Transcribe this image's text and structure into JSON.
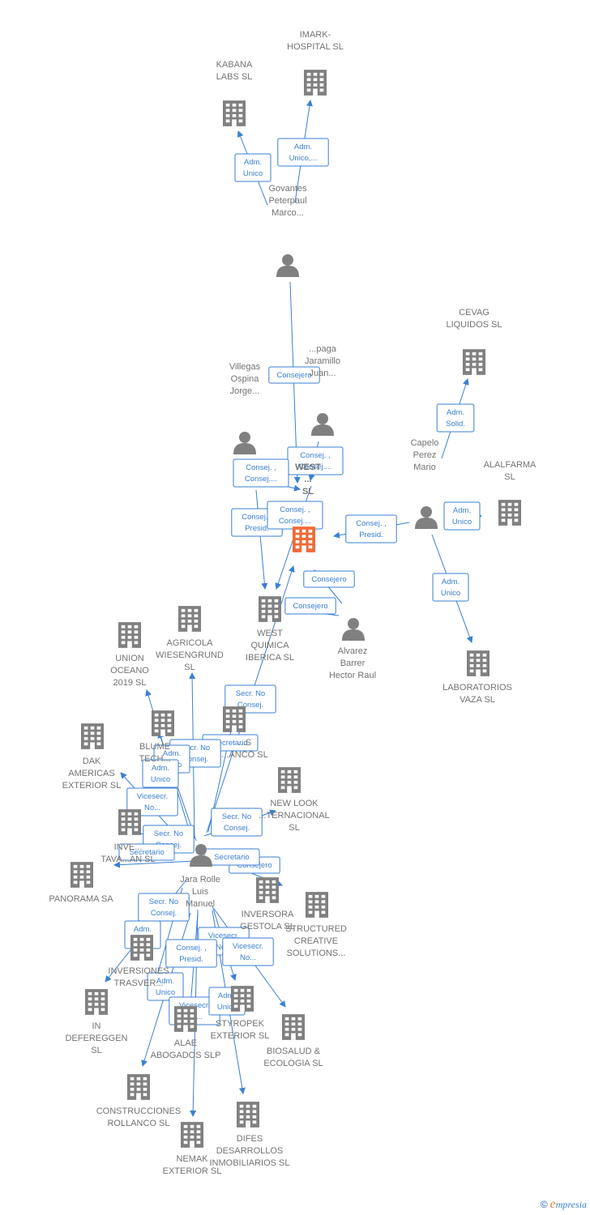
{
  "colors": {
    "edge": "#3a7fd3",
    "node": "#808080",
    "focus": "#f06a35",
    "label": "#737373"
  },
  "nodes": [
    {
      "id": "imark",
      "type": "company",
      "icon": "building-icon",
      "lines": [
        "IMARK-",
        "HOSPITAL SL"
      ]
    },
    {
      "id": "kabana",
      "type": "company",
      "icon": "building-icon",
      "lines": [
        "KABANA",
        "LABS  SL"
      ]
    },
    {
      "id": "govantes",
      "type": "person",
      "icon": "person-icon",
      "lines": [
        "Govantes",
        "Peterpaul",
        "Marco..."
      ]
    },
    {
      "id": "cevag",
      "type": "company",
      "icon": "building-icon",
      "lines": [
        "CEVAG",
        "LIQUIDOS  SL"
      ]
    },
    {
      "id": "zapaga",
      "type": "person",
      "icon": "person-icon",
      "lines": [
        "...paga",
        "Jaramillo",
        "Juan..."
      ]
    },
    {
      "id": "villegas",
      "type": "person",
      "icon": "person-icon",
      "lines": [
        "Villegas",
        "Ospina",
        "Jorge..."
      ]
    },
    {
      "id": "capelo",
      "type": "person",
      "icon": "person-icon",
      "lines": [
        "Capelo",
        "Perez",
        "Mario"
      ]
    },
    {
      "id": "alalfarma",
      "type": "company",
      "icon": "building-icon",
      "lines": [
        "ALALFARMA",
        "SL"
      ]
    },
    {
      "id": "westfocus",
      "type": "focus",
      "icon": "building-icon",
      "lines": [
        "WEST",
        "...",
        "SL"
      ]
    },
    {
      "id": "westiberica",
      "type": "company",
      "icon": "building-icon",
      "lines": [
        "WEST",
        "QUIMICA",
        "IBERICA  SL"
      ]
    },
    {
      "id": "alvarez",
      "type": "person",
      "icon": "person-icon",
      "lines": [
        "Alvarez",
        "Barrer",
        "Hector Raul"
      ]
    },
    {
      "id": "laboratorios",
      "type": "company",
      "icon": "building-icon",
      "lines": [
        "LABORATORIOS",
        "VAZA SL"
      ]
    },
    {
      "id": "union",
      "type": "company",
      "icon": "building-icon",
      "lines": [
        "UNION",
        "OCEANO",
        "2019  SL"
      ]
    },
    {
      "id": "agricola",
      "type": "company",
      "icon": "building-icon",
      "lines": [
        "AGRICOLA",
        "WIESENGRUND",
        "SL"
      ]
    },
    {
      "id": "blume",
      "type": "company",
      "icon": "building-icon",
      "lines": [
        "BLUME",
        "TECH..."
      ]
    },
    {
      "id": "blanco",
      "type": "company",
      "icon": "building-icon",
      "lines": [
        "...S",
        "...ANCO  SL"
      ]
    },
    {
      "id": "dak",
      "type": "company",
      "icon": "building-icon",
      "lines": [
        "DAK",
        "AMERICAS",
        "EXTERIOR SL"
      ]
    },
    {
      "id": "newlook",
      "type": "company",
      "icon": "building-icon",
      "lines": [
        "NEW LOOK",
        "...TERNACIONAL",
        "SL"
      ]
    },
    {
      "id": "inveta",
      "type": "company",
      "icon": "building-icon",
      "lines": [
        "INVE...",
        "TAVA...AN SL"
      ]
    },
    {
      "id": "panorama",
      "type": "company",
      "icon": "building-icon",
      "lines": [
        "PANORAMA SA"
      ]
    },
    {
      "id": "jara",
      "type": "person",
      "icon": "person-icon",
      "lines": [
        "Jara Rolle",
        "Luis",
        "Manuel"
      ]
    },
    {
      "id": "gestola",
      "type": "company",
      "icon": "building-icon",
      "lines": [
        "INVERSORA",
        "GESTOLA SL"
      ]
    },
    {
      "id": "structured",
      "type": "company",
      "icon": "building-icon",
      "lines": [
        "STRUCTURED",
        "CREATIVE",
        "SOLUTIONS..."
      ]
    },
    {
      "id": "trasver",
      "type": "company",
      "icon": "building-icon",
      "lines": [
        "INVERSIONES",
        "TRASVER..."
      ]
    },
    {
      "id": "indefereggen",
      "type": "company",
      "icon": "building-icon",
      "lines": [
        "IN",
        "DEFEREGGEN",
        "SL"
      ]
    },
    {
      "id": "styropek",
      "type": "company",
      "icon": "building-icon",
      "lines": [
        "STYROPEK",
        "EXTERIOR  SL"
      ]
    },
    {
      "id": "alae",
      "type": "company",
      "icon": "building-icon",
      "lines": [
        "ALAE",
        "ABOGADOS  SLP"
      ]
    },
    {
      "id": "biosalud",
      "type": "company",
      "icon": "building-icon",
      "lines": [
        "BIOSALUD &",
        "ECOLOGIA  SL"
      ]
    },
    {
      "id": "construcciones",
      "type": "company",
      "icon": "building-icon",
      "lines": [
        "CONSTRUCCIONES",
        "ROLLANCO  SL"
      ]
    },
    {
      "id": "difes",
      "type": "company",
      "icon": "building-icon",
      "lines": [
        "DIFES",
        "DESARROLLOS",
        "INMOBILIARIOS SL"
      ]
    },
    {
      "id": "nemak",
      "type": "company",
      "icon": "building-icon",
      "lines": [
        "NEMAK",
        "EXTERIOR SL"
      ]
    }
  ],
  "edges": [
    {
      "from": "govantes",
      "to": "kabana",
      "label": [
        "Adm.",
        "Unico"
      ]
    },
    {
      "from": "govantes",
      "to": "imark",
      "label": [
        "Adm.",
        "Unico,..."
      ]
    },
    {
      "from": "govantes",
      "to": "westfocus",
      "label": [
        "Consejero"
      ]
    },
    {
      "from": "capelo",
      "to": "cevag",
      "label": [
        "Adm.",
        "Solid."
      ]
    },
    {
      "from": "capelo",
      "to": "alalfarma",
      "label": [
        "Adm.",
        "Unico"
      ]
    },
    {
      "from": "capelo",
      "to": "westfocus",
      "label": [
        "Consej. ,",
        "Presid."
      ]
    },
    {
      "from": "capelo",
      "to": "laboratorios",
      "label": [
        "Adm.",
        "Unico"
      ]
    },
    {
      "from": "zapaga",
      "to": "westfocus",
      "label": [
        "Consej. ,",
        "Consej...."
      ]
    },
    {
      "from": "villegas",
      "to": "westfocus",
      "label": [
        "Consej. ,",
        "Consej...."
      ]
    },
    {
      "from": "villegas",
      "to": "westiberica",
      "label": [
        "Consej. ,",
        "Presid."
      ]
    },
    {
      "from": "zapaga",
      "to": "westiberica",
      "label": [
        "Consej. ,",
        "Consej...."
      ]
    },
    {
      "from": "alvarez",
      "to": "westfocus",
      "label": [
        "Consejero"
      ]
    },
    {
      "from": "alvarez",
      "to": "westiberica",
      "label": [
        "Consejero"
      ]
    },
    {
      "from": "jara",
      "to": "westfocus",
      "label": [
        "Secr.  No",
        "Consej."
      ]
    },
    {
      "from": "jara",
      "to": "blanco",
      "label": [
        "Secretario"
      ]
    },
    {
      "from": "jara",
      "to": "agricola",
      "label": [
        "Secr.  No",
        "Consej."
      ]
    },
    {
      "from": "jara",
      "to": "blume",
      "label": [
        "Adm.",
        "Unico"
      ]
    },
    {
      "from": "jara",
      "to": "union",
      "label": [
        "Adm.",
        "Unico"
      ]
    },
    {
      "from": "jara",
      "to": "dak",
      "label": [
        "Vicesecr.",
        "No..."
      ]
    },
    {
      "from": "jara",
      "to": "newlook",
      "label": [
        "Secr.  No",
        "Consej."
      ]
    },
    {
      "from": "jara",
      "to": "inveta",
      "label": [
        "Secr.  No",
        "Consej."
      ]
    },
    {
      "from": "jara",
      "to": "panorama",
      "label": [
        "Secretario"
      ]
    },
    {
      "from": "jara",
      "to": "gestola",
      "label": [
        "Consejero"
      ]
    },
    {
      "from": "jara",
      "to": "westiberica",
      "label": [
        "Secretario"
      ]
    },
    {
      "from": "jara",
      "to": "trasver",
      "label": [
        "Secr.  No",
        "Consej."
      ]
    },
    {
      "from": "jara",
      "to": "indefereggen",
      "label": [
        "Adm.",
        "Unico"
      ]
    },
    {
      "from": "jara",
      "to": "styropek",
      "label": [
        "Vicesecr.",
        "No..."
      ]
    },
    {
      "from": "jara",
      "to": "biosalud",
      "label": [
        "Vicesecr.",
        "No..."
      ]
    },
    {
      "from": "jara",
      "to": "alae",
      "label": [
        "Consej. ,",
        "Presid."
      ]
    },
    {
      "from": "jara",
      "to": "construcciones",
      "label": [
        "Adm.",
        "Unico"
      ]
    },
    {
      "from": "jara",
      "to": "nemak",
      "label": [
        "Vicesecr.",
        "No..."
      ]
    },
    {
      "from": "jara",
      "to": "difes",
      "label": [
        "Adm.",
        "Unico"
      ]
    }
  ],
  "brand": {
    "copyright": "©",
    "initial": "e",
    "rest": "mpresia"
  }
}
